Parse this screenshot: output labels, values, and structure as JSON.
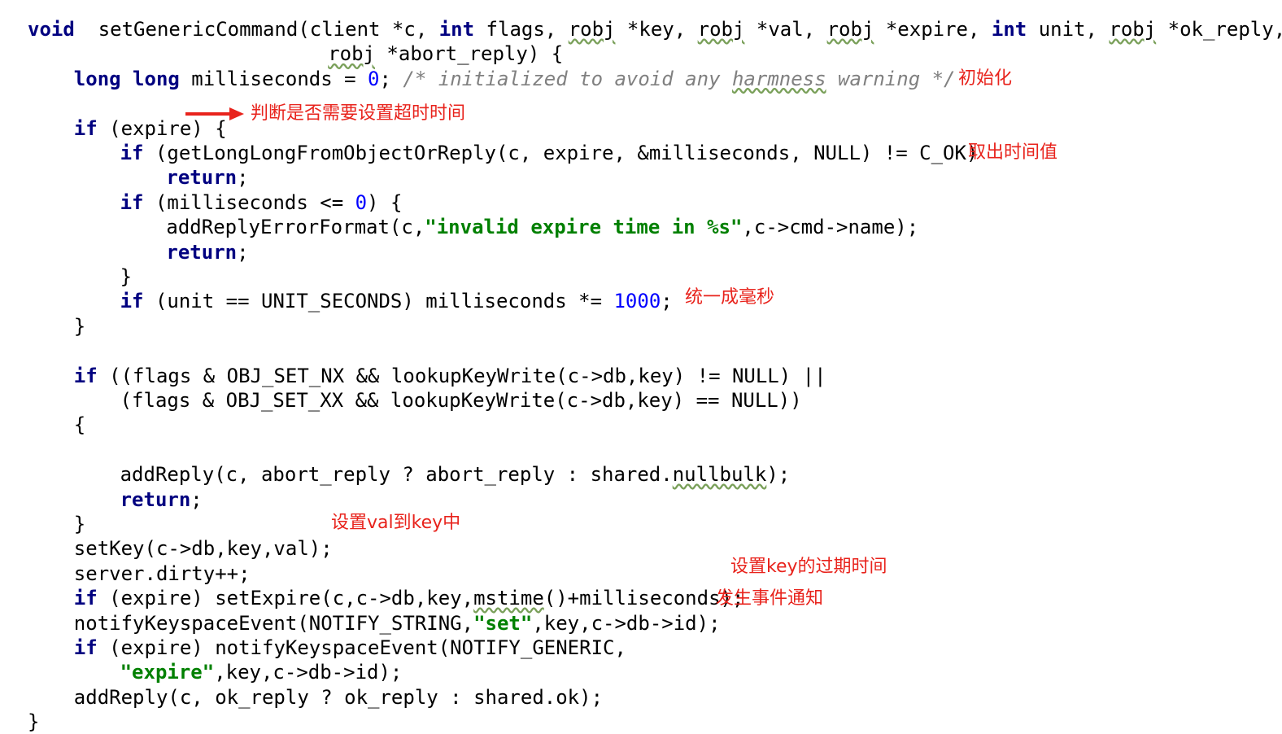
{
  "colors": {
    "keyword": "#000080",
    "number": "#0000ff",
    "string": "#008000",
    "comment": "#808080",
    "annotation": "#e8231c",
    "background": "#ffffff"
  },
  "code_lines": [
    {
      "indent": 0,
      "tokens": [
        [
          "kw",
          "void"
        ],
        [
          "",
          "  setGenericCommand(client *c, "
        ],
        [
          "kw",
          "int"
        ],
        [
          "",
          " flags, "
        ],
        [
          "wavy",
          "robj"
        ],
        [
          "",
          " *key, "
        ],
        [
          "wavy",
          "robj"
        ],
        [
          "",
          " *val, "
        ],
        [
          "wavy",
          "robj"
        ],
        [
          "",
          " *expire, "
        ],
        [
          "kw",
          "int"
        ],
        [
          "",
          " unit, "
        ],
        [
          "wavy",
          "robj"
        ],
        [
          "",
          " *ok_reply,"
        ]
      ]
    },
    {
      "indent": 26,
      "tokens": [
        [
          "wavy",
          "robj"
        ],
        [
          "",
          " *abort_reply) {"
        ]
      ]
    },
    {
      "indent": 4,
      "tokens": [
        [
          "kw",
          "long long"
        ],
        [
          "",
          " milliseconds = "
        ],
        [
          "num",
          "0"
        ],
        [
          "",
          "; "
        ],
        [
          "cmt",
          "/* initialized to avoid any "
        ],
        [
          "cmt wavy",
          "harmness"
        ],
        [
          "cmt",
          " warning */"
        ]
      ]
    },
    {
      "indent": 0,
      "tokens": []
    },
    {
      "indent": 4,
      "tokens": [
        [
          "kw",
          "if"
        ],
        [
          "",
          " (expire) {"
        ]
      ]
    },
    {
      "indent": 8,
      "tokens": [
        [
          "kw",
          "if"
        ],
        [
          "",
          " (getLongLongFromObjectOrReply(c, expire, &milliseconds, NULL) != C_OK)"
        ]
      ]
    },
    {
      "indent": 12,
      "tokens": [
        [
          "kw",
          "return"
        ],
        [
          "",
          ";"
        ]
      ]
    },
    {
      "indent": 8,
      "tokens": [
        [
          "kw",
          "if"
        ],
        [
          "",
          " (milliseconds <= "
        ],
        [
          "num",
          "0"
        ],
        [
          "",
          ") {"
        ]
      ]
    },
    {
      "indent": 12,
      "tokens": [
        [
          "",
          "addReplyErrorFormat(c,"
        ],
        [
          "str",
          "\"invalid expire time in %s\""
        ],
        [
          "",
          ",c->cmd->name);"
        ]
      ]
    },
    {
      "indent": 12,
      "tokens": [
        [
          "kw",
          "return"
        ],
        [
          "",
          ";"
        ]
      ]
    },
    {
      "indent": 8,
      "tokens": [
        [
          "",
          "}"
        ]
      ]
    },
    {
      "indent": 8,
      "tokens": [
        [
          "kw",
          "if"
        ],
        [
          "",
          " (unit == UNIT_SECONDS) milliseconds *= "
        ],
        [
          "num",
          "1000"
        ],
        [
          "",
          ";"
        ]
      ]
    },
    {
      "indent": 4,
      "tokens": [
        [
          "",
          "}"
        ]
      ]
    },
    {
      "indent": 0,
      "tokens": []
    },
    {
      "indent": 4,
      "tokens": [
        [
          "kw",
          "if"
        ],
        [
          "",
          " ((flags & OBJ_SET_NX && lookupKeyWrite(c->db,key) != NULL) ||"
        ]
      ]
    },
    {
      "indent": 8,
      "tokens": [
        [
          "",
          "(flags & OBJ_SET_XX && lookupKeyWrite(c->db,key) == NULL))"
        ]
      ]
    },
    {
      "indent": 4,
      "tokens": [
        [
          "",
          "{"
        ]
      ]
    },
    {
      "indent": 0,
      "tokens": []
    },
    {
      "indent": 8,
      "tokens": [
        [
          "",
          "addReply(c, abort_reply ? abort_reply : shared."
        ],
        [
          "wavy",
          "nullbulk"
        ],
        [
          "",
          ");"
        ]
      ]
    },
    {
      "indent": 8,
      "tokens": [
        [
          "kw",
          "return"
        ],
        [
          "",
          ";"
        ]
      ]
    },
    {
      "indent": 4,
      "tokens": [
        [
          "",
          "}"
        ]
      ]
    },
    {
      "indent": 4,
      "tokens": [
        [
          "",
          "setKey(c->db,key,val);"
        ]
      ]
    },
    {
      "indent": 4,
      "tokens": [
        [
          "",
          "server.dirty++;"
        ]
      ]
    },
    {
      "indent": 4,
      "tokens": [
        [
          "kw",
          "if"
        ],
        [
          "",
          " (expire) setExpire(c,c->db,key,"
        ],
        [
          "wavy",
          "mstime"
        ],
        [
          "",
          "()+milliseconds);"
        ]
      ]
    },
    {
      "indent": 4,
      "tokens": [
        [
          "",
          "notifyKeyspaceEvent(NOTIFY_STRING,"
        ],
        [
          "str",
          "\"set\""
        ],
        [
          "",
          ",key,c->db->id);"
        ]
      ]
    },
    {
      "indent": 4,
      "tokens": [
        [
          "kw",
          "if"
        ],
        [
          "",
          " (expire) notifyKeyspaceEvent(NOTIFY_GENERIC,"
        ]
      ]
    },
    {
      "indent": 8,
      "tokens": [
        [
          "str",
          "\"expire\""
        ],
        [
          "",
          ",key,c->db->id);"
        ]
      ]
    },
    {
      "indent": 4,
      "tokens": [
        [
          "",
          "addReply(c, ok_reply ? ok_reply : shared.ok);"
        ]
      ]
    },
    {
      "indent": 0,
      "tokens": [
        [
          "",
          "}"
        ]
      ]
    }
  ],
  "annotations": {
    "init": "初始化",
    "check_timeout": "判断是否需要设置超时时间",
    "get_time": "取出时间值",
    "to_ms": "统一成毫秒",
    "set_val": "设置val到key中",
    "set_expire": "设置key的过期时间",
    "notify": "发生事件通知"
  }
}
